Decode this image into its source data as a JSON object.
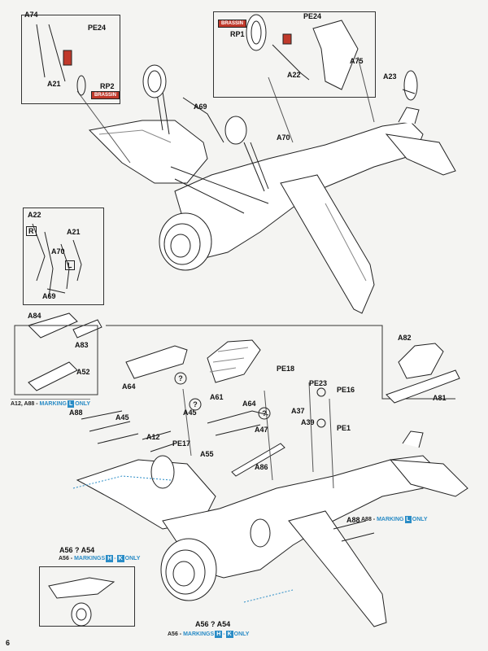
{
  "page_number": "6",
  "labels": {
    "a74": "A74",
    "pe24_left": "PE24",
    "rp2": "RP2",
    "a21_top": "A21",
    "brassin_left": "BRASSIN",
    "brassin_right": "BRASSIN",
    "rp1": "RP1",
    "pe24_right": "PE24",
    "a75": "A75",
    "a22_top": "A22",
    "a23": "A23",
    "a69_top": "A69",
    "a70_top": "A70",
    "a22_inset": "A22",
    "r_mark": "R",
    "a21_inset": "A21",
    "a70_inset": "A70",
    "l_mark": "L",
    "a69_inset": "A69",
    "a84": "A84",
    "a83": "A83",
    "a52": "A52",
    "a64_left": "A64",
    "a45": "A45",
    "a61": "A61",
    "a64_right": "A64",
    "a37": "A37",
    "pe18": "PE18",
    "pe23": "PE23",
    "pe16": "PE16",
    "a82": "A82",
    "a81": "A81",
    "a88_top": "A88",
    "a45b": "A45",
    "a12": "A12",
    "a47": "A47",
    "a39": "A39",
    "pe1": "PE1",
    "pe17": "PE17",
    "a55": "A55",
    "a86": "A86",
    "a88_right": "A88",
    "a56_a54_mid": "A56 ? A54",
    "a56_a54_bottom": "A56 ? A54"
  },
  "marking_bars": {
    "bar1": {
      "prefix": "A12, A88 - ",
      "word": "MARKING",
      "code": "L",
      "suffix": "ONLY"
    },
    "bar2": {
      "prefix": "A88 - ",
      "word": "MARKING",
      "code": "L",
      "suffix": "ONLY"
    },
    "bar3": {
      "prefix": "A56 - ",
      "word": "MARKINGS",
      "code1": "H",
      "dash": "-",
      "code2": "K",
      "suffix": "ONLY"
    },
    "bar4": {
      "prefix": "A56 - ",
      "word": "MARKINGS",
      "code1": "H",
      "dash": "-",
      "code2": "K",
      "suffix": "ONLY"
    }
  },
  "colors": {
    "accent": "#2a8cc6",
    "brassin": "#c0392b",
    "line": "#222222"
  }
}
